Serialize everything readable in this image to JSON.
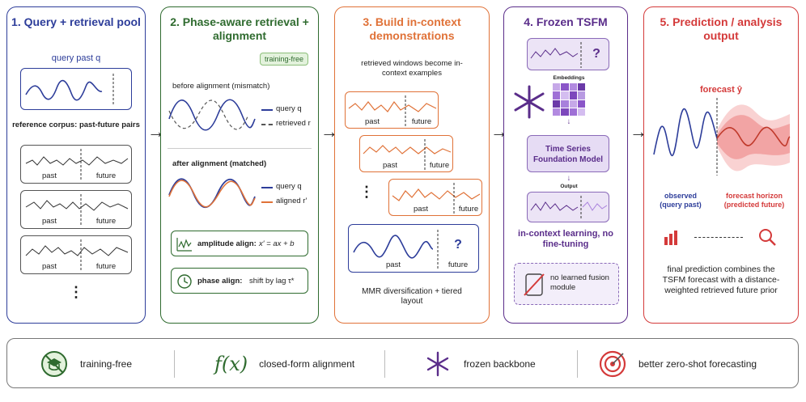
{
  "panel1": {
    "title": "1. Query + retrieval pool",
    "query_label": "query past q",
    "corpus_label": "reference corpus: past-future pairs",
    "past": "past",
    "future": "future",
    "more": "⋮"
  },
  "panel2": {
    "title": "2. Phase-aware retrieval + alignment",
    "badge": "training-free",
    "before": "before alignment (mismatch)",
    "legend_query": "query q",
    "legend_retrieved": "retrieved r",
    "after": "after alignment (matched)",
    "legend_aligned": "aligned r′",
    "amp_title": "amplitude align:",
    "amp_formula": "x′ = ax + b",
    "phase_title": "phase align:",
    "phase_formula": "shift by lag τ*"
  },
  "panel3": {
    "title": "3. Build in-context demonstrations",
    "subtitle": "retrieved windows become in-context examples",
    "past": "past",
    "future": "future",
    "query_mark": "?",
    "dots": "⋮",
    "footer": "MMR diversification + tiered layout"
  },
  "panel4": {
    "title": "4. Frozen TSFM",
    "query_mark": "?",
    "embeddings": "Embeddings",
    "model": "Time Series Foundation Model",
    "output": "Output",
    "icl": "in-context learning, no fine-tuning",
    "no_fusion": "no learned fusion module"
  },
  "panel5": {
    "title": "5. Prediction / analysis output",
    "forecast": "forecast ŷ",
    "observed": "observed (query past)",
    "horizon": "forecast horizon (predicted future)",
    "desc": "final prediction combines the TSFM forecast with a distance-weighted retrieved future prior"
  },
  "bottom": {
    "item1": "training-free",
    "item2_symbol": "f(x)",
    "item2": "closed-form alignment",
    "item3": "frozen backbone",
    "item4": "better zero-shot forecasting"
  },
  "colors": {
    "blue": "#2d3d9a",
    "green": "#2f6b2f",
    "orange": "#e07238",
    "purple": "#5a2d8a",
    "red": "#d43a3a"
  }
}
